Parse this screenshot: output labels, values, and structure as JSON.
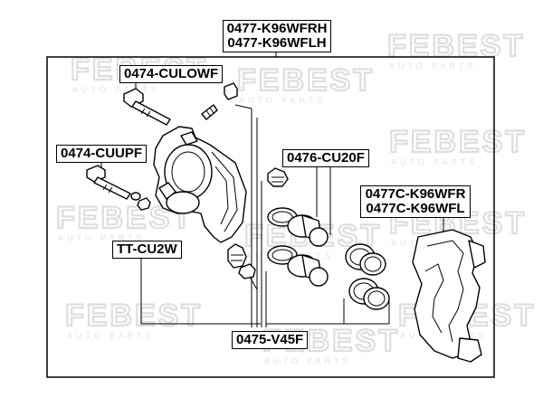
{
  "watermark": {
    "brand": "FEBEST",
    "subtitle": "AUTO PARTS"
  },
  "labels": {
    "caliper_assembly_rh": "0477-K96WFRH",
    "caliper_assembly_lh": "0477-K96WFLH",
    "lower_pin_bolt": "0474-CULOWF",
    "upper_pin_bolt": "0474-CUUPF",
    "piston_kit": "0476-CU20F",
    "support_bracket_rh": "0477C-K96WFR",
    "support_bracket_lh": "0477C-K96WFL",
    "bleeder_cap": "TT-CU2W",
    "repair_kit": "0475-V45F"
  }
}
